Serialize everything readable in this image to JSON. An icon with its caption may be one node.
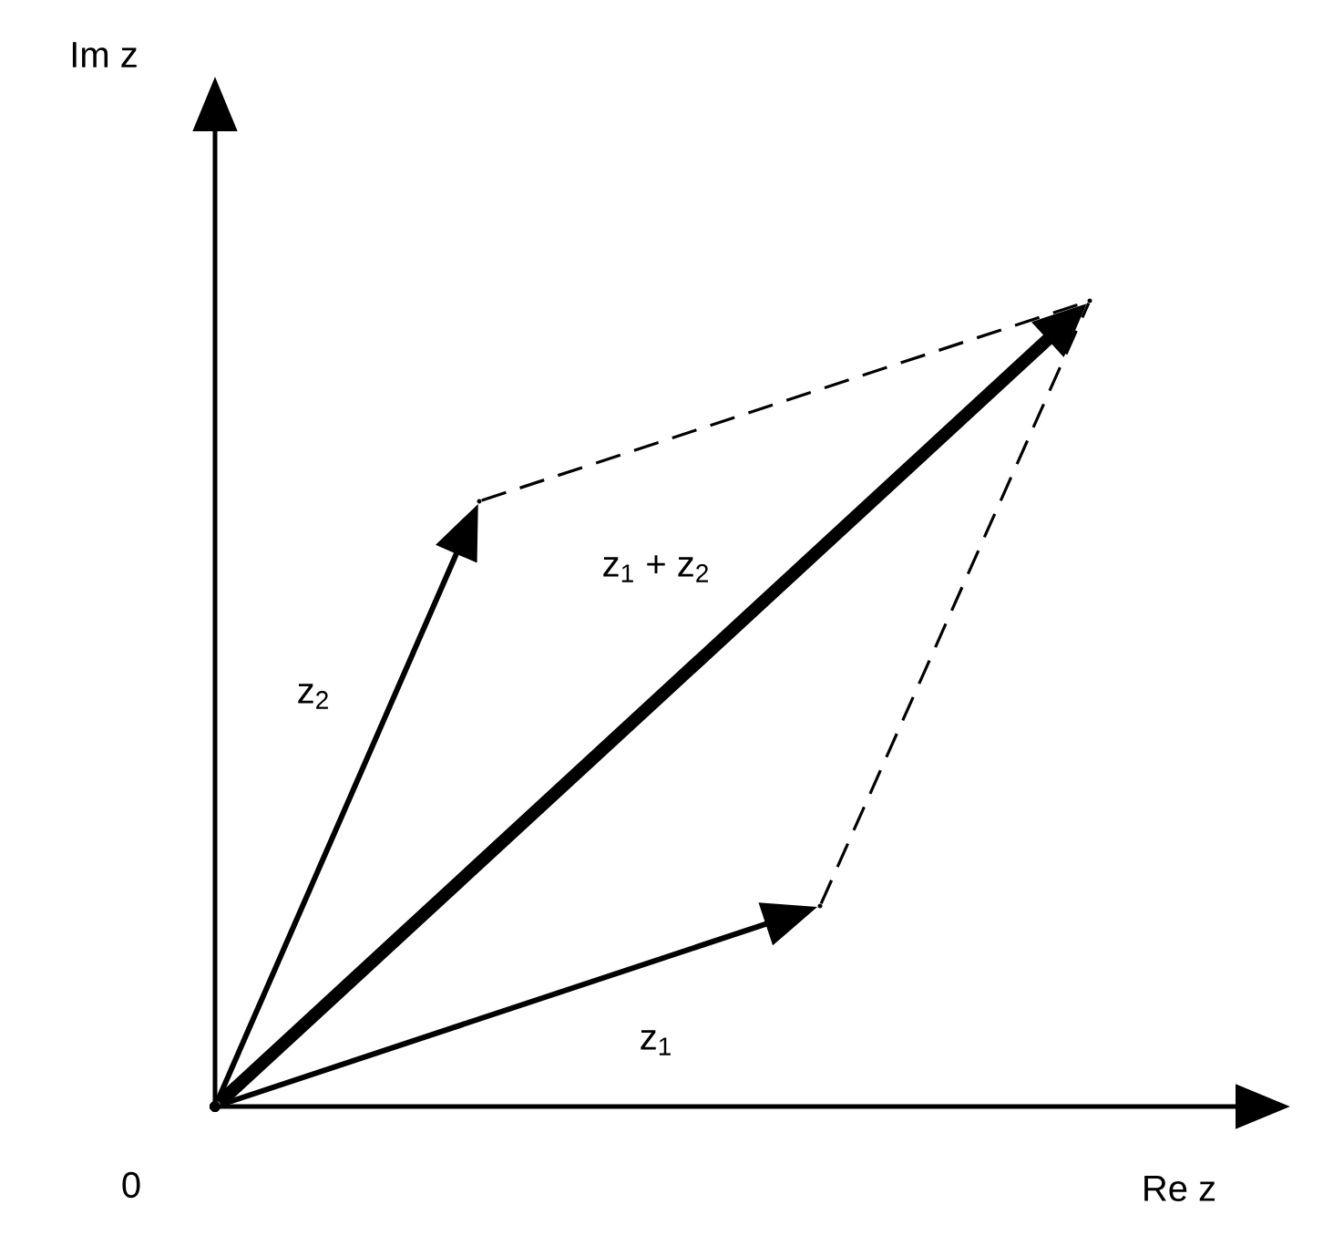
{
  "diagram": {
    "nodes": [
      {
        "text": [],
        "shape": "circle"
      },
      {
        "text": [],
        "shape": "point"
      },
      {
        "text": [],
        "shape": "point"
      },
      {
        "text": [],
        "shape": "point"
      }
    ],
    "edges": [
      {
        "from": 0,
        "to": 1,
        "arrow": "to",
        "label": "z$_{1}$"
      },
      {
        "from": 0,
        "to": 2,
        "arrow": "to",
        "label": "z$_{2}$"
      },
      {
        "from": 0,
        "to": 3,
        "arrow": "to",
        "label": "z$_{1}$ + z$_{2}$",
        "style": "thick"
      },
      {
        "from": 2,
        "to": 3,
        "arrow": "none",
        "style": "dashed"
      },
      {
        "from": 1,
        "to": 3,
        "arrow": "none",
        "style": "dashed"
      }
    ],
    "labels": [
      "Im z",
      "0",
      "Re z"
    ]
  }
}
